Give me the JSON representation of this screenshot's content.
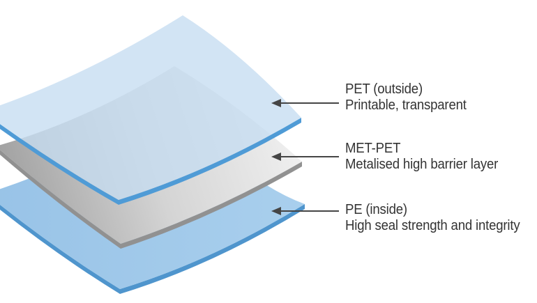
{
  "background_color": "#ffffff",
  "text_color": "#333333",
  "arrow_color": "#454545",
  "layers": [
    {
      "name": "PET (outside)",
      "description": "Printable, transparent",
      "face_color": "#c5ddf1",
      "edge_color": "#4f9bd6"
    },
    {
      "name": "MET-PET",
      "description": "Metalised high barrier layer",
      "gradient": [
        "#9c9c9c",
        "#d4d4d4",
        "#f2f2f2"
      ],
      "edge_color": "#919191"
    },
    {
      "name": "PE (inside)",
      "description": "High seal strength and integrity",
      "gradient": [
        "#98c3e7",
        "#a9cfed"
      ],
      "edge_color": "#4f95cd"
    }
  ]
}
